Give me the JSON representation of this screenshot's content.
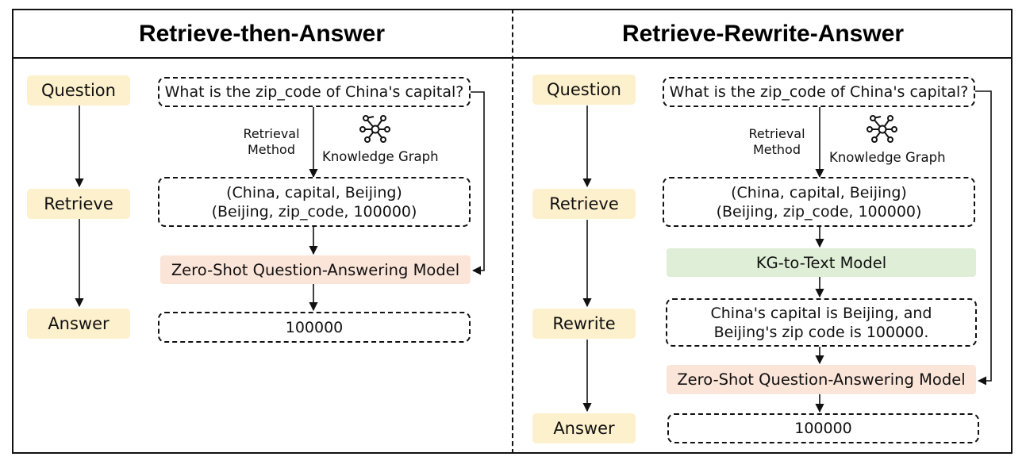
{
  "left": {
    "title": "Retrieve-then-Answer",
    "stages": [
      "Question",
      "Retrieve",
      "Answer"
    ],
    "question_box": "What is the zip_code of China's capital?",
    "retrieval_label": [
      "Retrieval",
      "Method"
    ],
    "kg_label": "Knowledge Graph",
    "kg_icon": "knowledge-graph-icon",
    "triples": [
      "(China, capital, Beijing)",
      "(Beijing, zip_code, 100000)"
    ],
    "qa_model": "Zero-Shot Question-Answering Model",
    "answer_box": "100000"
  },
  "right": {
    "title": "Retrieve-Rewrite-Answer",
    "stages": [
      "Question",
      "Retrieve",
      "Rewrite",
      "Answer"
    ],
    "question_box": "What is the zip_code of China's capital?",
    "retrieval_label": [
      "Retrieval",
      "Method"
    ],
    "kg_label": "Knowledge Graph",
    "kg_icon": "knowledge-graph-icon",
    "triples": [
      "(China, capital, Beijing)",
      "(Beijing, zip_code, 100000)"
    ],
    "kg_to_text_model": "KG-to-Text Model",
    "rewrite_text": [
      "China's capital is Beijing, and",
      "Beijing's zip code is 100000."
    ],
    "qa_model": "Zero-Shot Question-Answering Model",
    "answer_box": "100000"
  },
  "colors": {
    "stage_fill": "#fdf0cc",
    "qa_model_fill": "#fbe4d8",
    "kg_to_text_fill": "#dfeed6",
    "line": "#111111"
  }
}
